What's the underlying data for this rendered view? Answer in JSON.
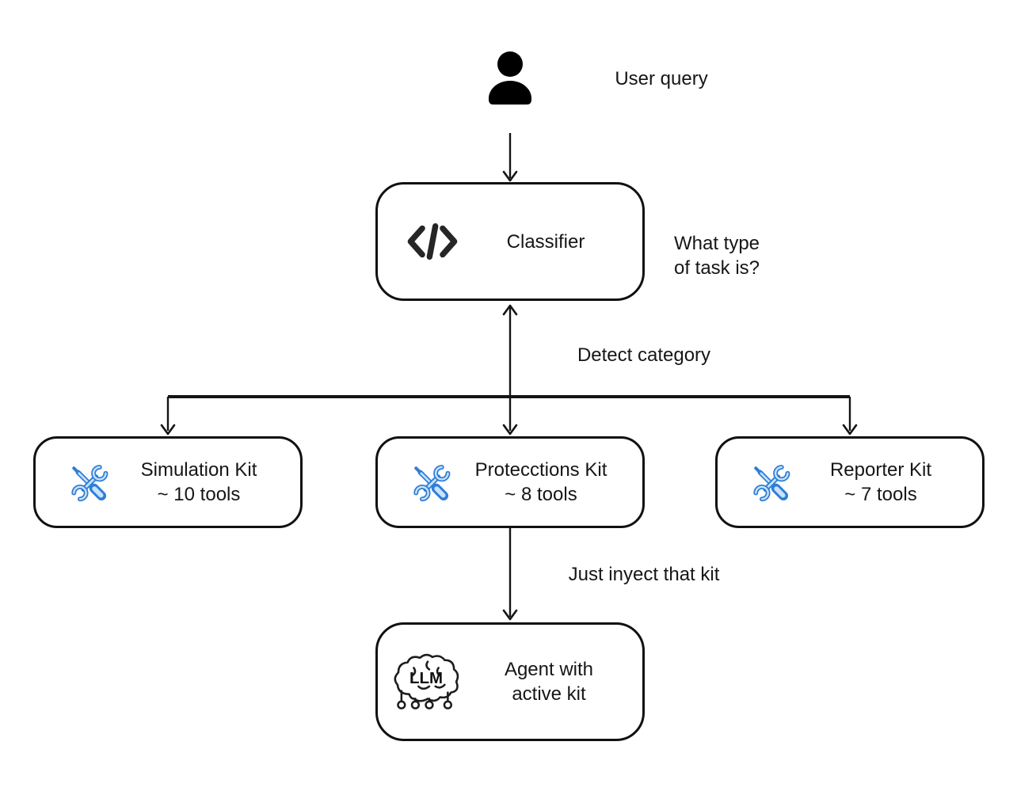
{
  "diagram": {
    "background": "#ffffff",
    "line_color": "#141414",
    "user": {
      "label": "User query",
      "icon": "person-icon"
    },
    "classifier": {
      "label": "Classifier",
      "icon": "code-icon",
      "note": {
        "line1": "What type",
        "line2": "of task is?"
      }
    },
    "edges": {
      "detect_label": "Detect category",
      "inject_label": "Just inyect that kit"
    },
    "kits": [
      {
        "title": "Simulation Kit",
        "subtitle": "~ 10 tools",
        "icon": "tools-icon"
      },
      {
        "title": "Protecctions Kit",
        "subtitle": "~ 8 tools",
        "icon": "tools-icon"
      },
      {
        "title": "Reporter Kit",
        "subtitle": "~ 7 tools",
        "icon": "tools-icon"
      }
    ],
    "agent": {
      "title_line1": "Agent with",
      "title_line2": "active kit",
      "icon": "llm-brain-icon",
      "icon_text": "LLM"
    },
    "icon_colors": {
      "tools_stroke": "#2e7ed7",
      "tools_fill": "#c9e3fa",
      "dark": "#1c1c1c"
    }
  }
}
